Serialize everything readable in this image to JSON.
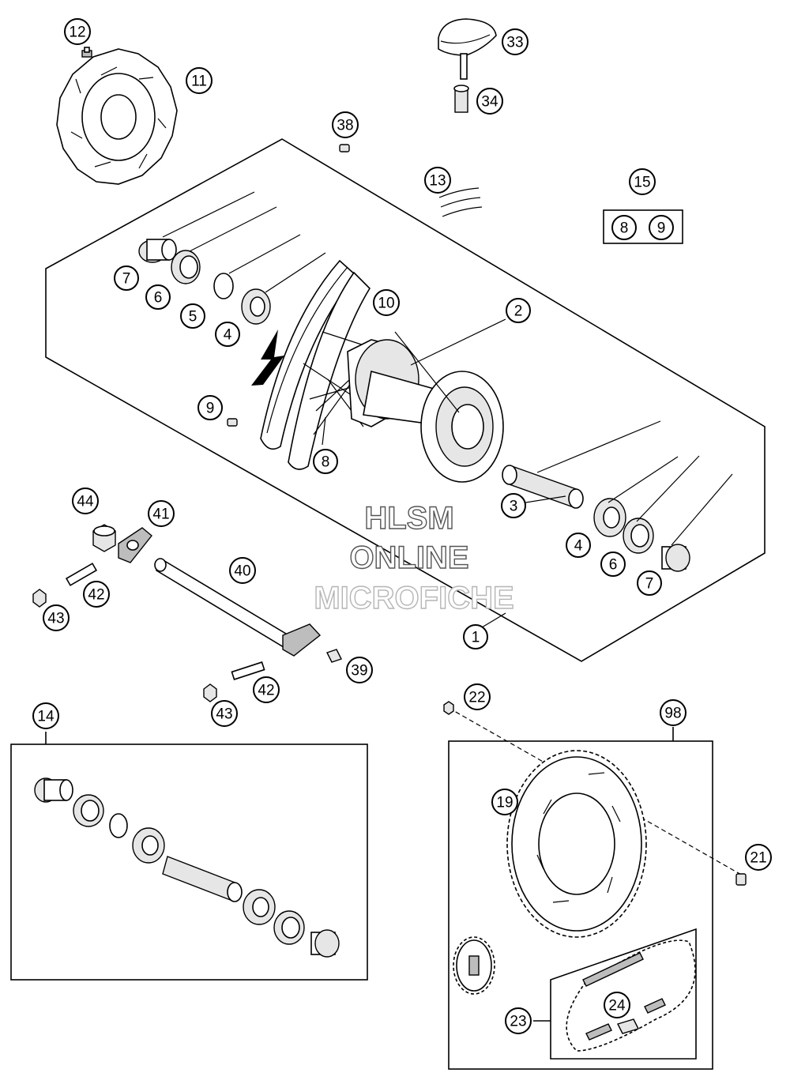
{
  "callouts": [
    {
      "id": "c12",
      "label": "12"
    },
    {
      "id": "c11",
      "label": "11"
    },
    {
      "id": "c33",
      "label": "33"
    },
    {
      "id": "c34",
      "label": "34"
    },
    {
      "id": "c38",
      "label": "38"
    },
    {
      "id": "c13",
      "label": "13"
    },
    {
      "id": "c15",
      "label": "15"
    },
    {
      "id": "c15a",
      "label": "8"
    },
    {
      "id": "c15b",
      "label": "9"
    },
    {
      "id": "c7a",
      "label": "7"
    },
    {
      "id": "c6a",
      "label": "6"
    },
    {
      "id": "c5",
      "label": "5"
    },
    {
      "id": "c4a",
      "label": "4"
    },
    {
      "id": "c10",
      "label": "10"
    },
    {
      "id": "c2",
      "label": "2"
    },
    {
      "id": "c9",
      "label": "9"
    },
    {
      "id": "c8",
      "label": "8"
    },
    {
      "id": "c3",
      "label": "3"
    },
    {
      "id": "c4b",
      "label": "4"
    },
    {
      "id": "c6b",
      "label": "6"
    },
    {
      "id": "c7b",
      "label": "7"
    },
    {
      "id": "c1",
      "label": "1"
    },
    {
      "id": "c44",
      "label": "44"
    },
    {
      "id": "c41",
      "label": "41"
    },
    {
      "id": "c40",
      "label": "40"
    },
    {
      "id": "c42a",
      "label": "42"
    },
    {
      "id": "c43a",
      "label": "43"
    },
    {
      "id": "c39",
      "label": "39"
    },
    {
      "id": "c42b",
      "label": "42"
    },
    {
      "id": "c43b",
      "label": "43"
    },
    {
      "id": "c14",
      "label": "14"
    },
    {
      "id": "c22",
      "label": "22"
    },
    {
      "id": "c98",
      "label": "98"
    },
    {
      "id": "c19",
      "label": "19"
    },
    {
      "id": "c21",
      "label": "21"
    },
    {
      "id": "c24",
      "label": "24"
    },
    {
      "id": "c23",
      "label": "23"
    }
  ],
  "watermark": {
    "line1": "HLSM",
    "line2": "ONLINE",
    "line3": "MICROFICHE"
  },
  "colors": {
    "line": "#000000",
    "background": "#ffffff"
  }
}
